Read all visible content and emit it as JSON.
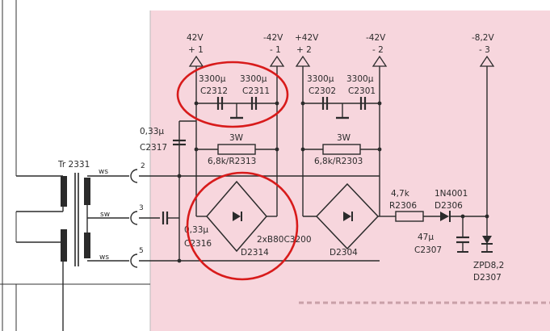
{
  "rails": {
    "r1_pos": {
      "volt": "42V",
      "num": "+ 1"
    },
    "r1_neg": {
      "volt": "-42V",
      "num": "- 1"
    },
    "r2_pos": {
      "volt": "+42V",
      "num": "+ 2"
    },
    "r2_neg": {
      "volt": "-42V",
      "num": "- 2"
    },
    "r3_neg": {
      "volt": "-8,2V",
      "num": "- 3"
    }
  },
  "caps": {
    "c2312": {
      "value": "3300µ",
      "ref": "C2312"
    },
    "c2311": {
      "value": "3300µ",
      "ref": "C2311"
    },
    "c2302": {
      "value": "3300µ",
      "ref": "C2302"
    },
    "c2301": {
      "value": "3300µ",
      "ref": "C2301"
    },
    "c2317": {
      "value": "0,33µ",
      "ref": "C2317"
    },
    "c2316": {
      "value": "0,33µ",
      "ref": "C2316"
    },
    "c2307": {
      "value": "47µ",
      "ref": "C2307"
    }
  },
  "resistors": {
    "r2313": {
      "power": "3W",
      "value": "6,8k/R2313"
    },
    "r2303": {
      "power": "3W",
      "value": "6,8k/R2303"
    },
    "r2306": {
      "value": "4,7k",
      "ref": "R2306"
    }
  },
  "diodes": {
    "d2306": {
      "part": "1N4001",
      "ref": "D2306"
    },
    "d2307": {
      "part": "ZPD8,2",
      "ref": "D2307"
    },
    "d2314": {
      "ref": "D2314"
    },
    "d2304": {
      "ref": "D2304"
    },
    "bridge_type": "2xB80C3200"
  },
  "transformer": {
    "ref": "Tr 2331",
    "wire_ws_top": "ws",
    "wire_sw": "sw",
    "wire_ws_bottom": "ws",
    "pin_top": "2",
    "pin_mid": "3",
    "pin_bottom": "5"
  },
  "colors": {
    "panel": "#f7d6dd",
    "ink": "#2b2b2b",
    "highlight_ring": "#d81b1b"
  }
}
